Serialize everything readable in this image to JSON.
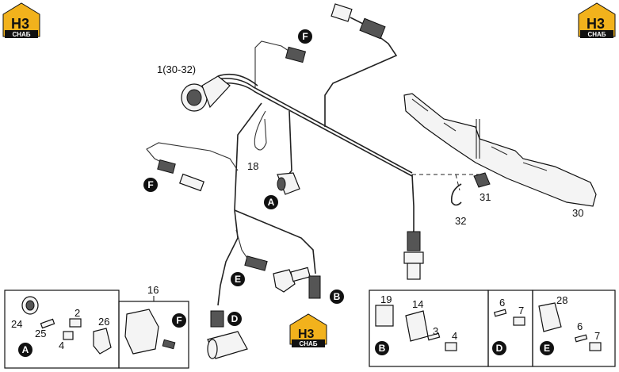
{
  "logo": {
    "letters": "H3",
    "caption": "CHAБ"
  },
  "callouts": {
    "main_assembly": "1(30-32)",
    "clip": "18",
    "clip_bracket": "32",
    "bracket_clip": "31",
    "frame_rail": "30",
    "module_box": "16"
  },
  "badges": {
    "A": "A",
    "B": "B",
    "D": "D",
    "E": "E",
    "F": "F"
  },
  "inset_a": {
    "parts": [
      "24",
      "25",
      "2",
      "4",
      "26"
    ],
    "badge": "A"
  },
  "inset_f": {
    "title": "16",
    "badge": "F"
  },
  "inset_b": {
    "parts": [
      "19",
      "14",
      "3",
      "4"
    ],
    "badge": "B"
  },
  "inset_d": {
    "parts": [
      "6",
      "7"
    ],
    "badge": "D"
  },
  "inset_e": {
    "parts": [
      "28",
      "6",
      "7"
    ],
    "badge": "E"
  }
}
